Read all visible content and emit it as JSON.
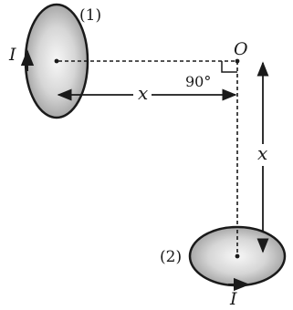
{
  "labels": {
    "coil1": "(1)",
    "coil2": "(2)",
    "point": "O",
    "angle": "90°",
    "distance_h": "x",
    "distance_v": "x",
    "current1": "I",
    "current2": "I"
  }
}
